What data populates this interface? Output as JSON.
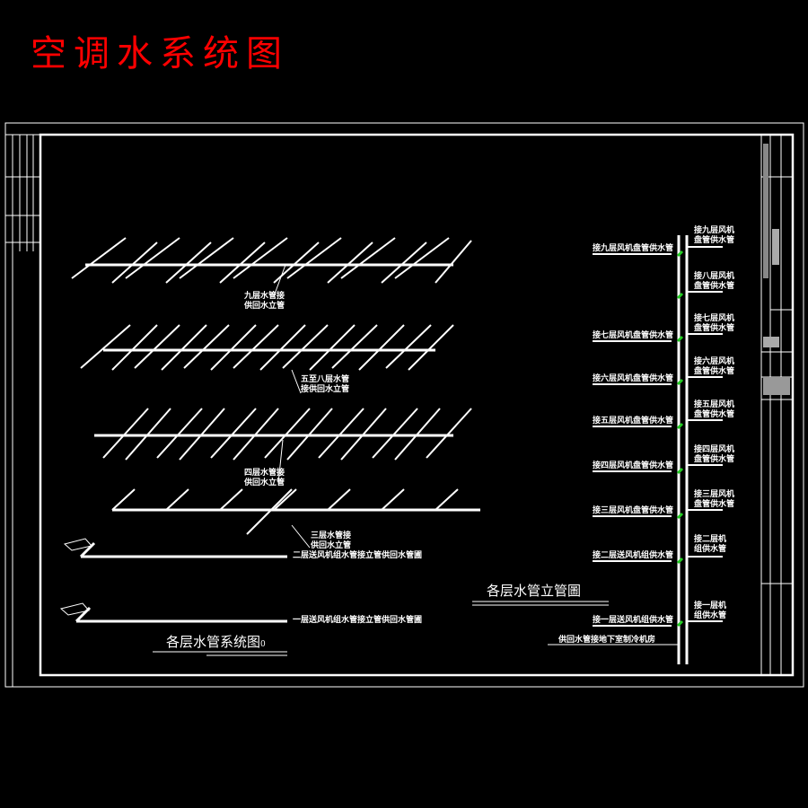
{
  "title": "空调水系统图",
  "colors": {
    "background": "#000000",
    "title": "#ff0000",
    "lines": "#ffffff",
    "valve": "#22cc22"
  },
  "system_diagram": {
    "caption": "各层水管系统图",
    "caption_suffix": "0",
    "callouts": [
      {
        "id": "floor9",
        "line1": "九层水管接",
        "line2": "供回水立管"
      },
      {
        "id": "floor5_8",
        "line1": "五至八层水管",
        "line2": "接供回水立管"
      },
      {
        "id": "floor4",
        "line1": "四层水管接",
        "line2": "供回水立管"
      },
      {
        "id": "floor3",
        "line1": "三层水管接",
        "line2": "供回水立管"
      }
    ],
    "floor2_note": "二层送风机组水管接立管供回水管圃",
    "floor1_note": "一层送风机组水管接立管供回水管圃"
  },
  "riser_diagram": {
    "caption": "各层水管立管圖",
    "bottom_note": "供回水管接地下室制冷机房",
    "left_labels": [
      "接九层风机盘管供水管",
      "接七层风机盘管供水管",
      "接六层风机盘管供水管",
      "接五层风机盘管供水管",
      "接四层风机盘管供水管",
      "接三层风机盘管供水管",
      "接二层送风机组供水管",
      "接一层送风机组供水管"
    ],
    "right_labels": [
      {
        "line1": "接九层风机",
        "line2": "盘管供水管"
      },
      {
        "line1": "接八层风机",
        "line2": "盘管供水管"
      },
      {
        "line1": "接七层风机",
        "line2": "盘管供水管"
      },
      {
        "line1": "接六层风机",
        "line2": "盘管供水管"
      },
      {
        "line1": "接五层风机",
        "line2": "盘管供水管"
      },
      {
        "line1": "接四层风机",
        "line2": "盘管供水管"
      },
      {
        "line1": "接三层风机",
        "line2": "盘管供水管"
      },
      {
        "line1": "接二层机",
        "line2": "组供水管"
      },
      {
        "line1": "接一层机",
        "line2": "组供水管"
      }
    ]
  }
}
